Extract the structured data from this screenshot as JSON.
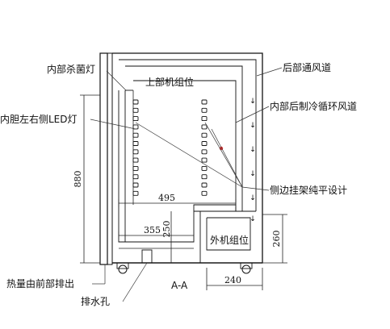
{
  "labels": {
    "sterilize_lamp": "内部杀菌灯",
    "upper_unit": "上部机组位",
    "rear_duct": "后部通风道",
    "inner_rear_duct": "内部后制冷循环风道",
    "side_led": "内胆左右侧LED灯",
    "shelf_design": "侧边挂架纯平设计",
    "outer_unit": "外机组位",
    "heat_exhaust": "热量由前部排出",
    "drain_hole": "排水孔",
    "section": "A-A"
  },
  "dimensions": {
    "height_total": "880",
    "inner_width": "495",
    "step_width": "355",
    "step_height": "250",
    "outer_height": "260",
    "outer_width": "240"
  },
  "colors": {
    "line": "#111111",
    "accent_dot": "#e03030"
  }
}
